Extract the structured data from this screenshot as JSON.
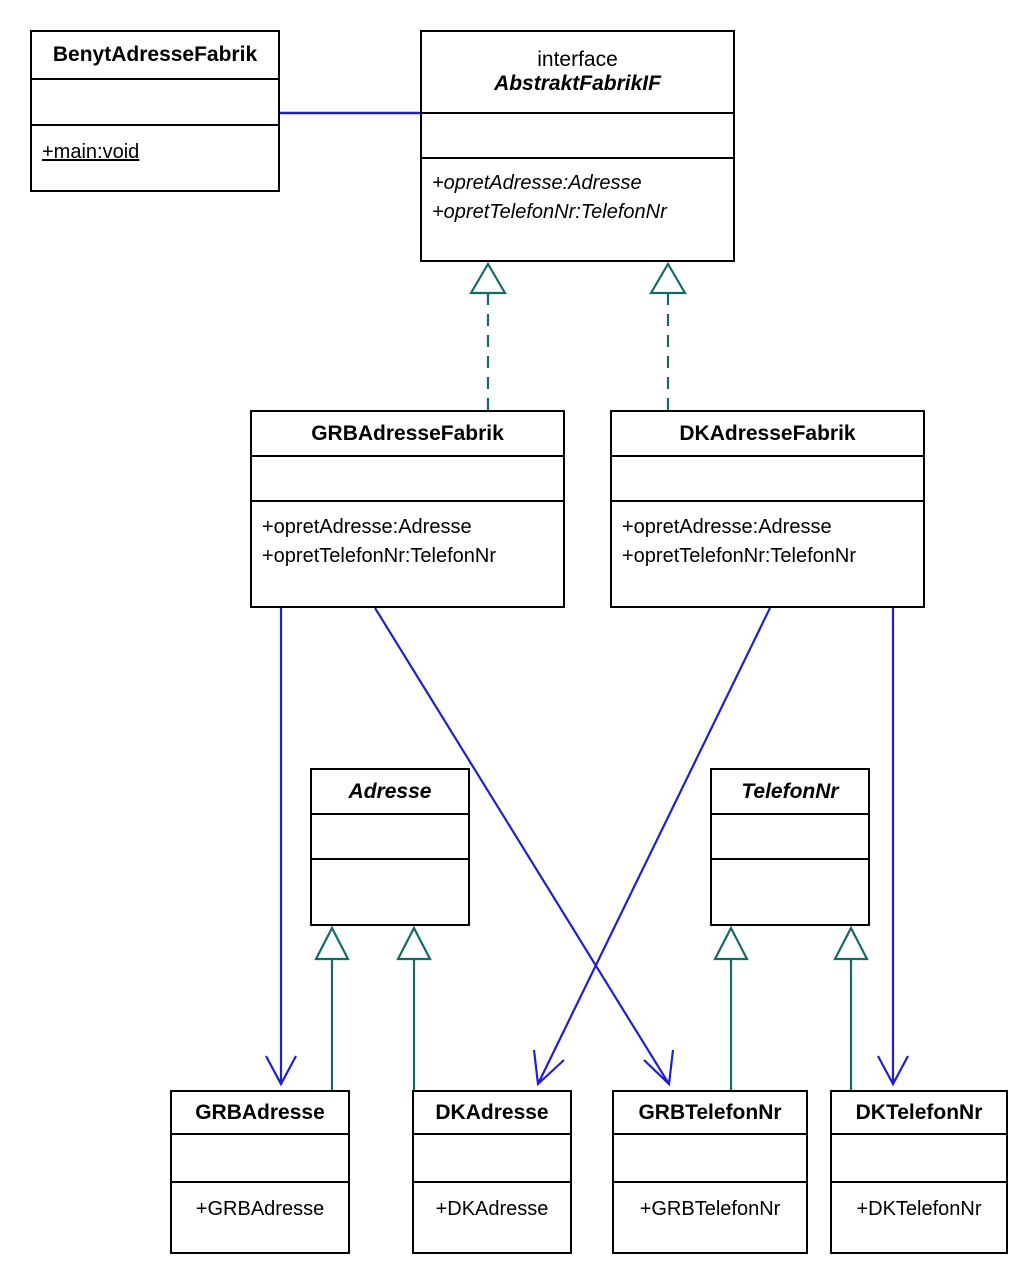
{
  "diagram": {
    "title": "Abstract Factory UML class diagram",
    "colors": {
      "box_border": "#000000",
      "text": "#000000",
      "association_blue": "#1f1fcc",
      "dependency_blue": "#1f1fcc",
      "generalization_teal": "#176a63",
      "realization_teal": "#176a63",
      "background": "#ffffff"
    }
  },
  "classes": {
    "benyt": {
      "name": "BenytAdresseFabrik",
      "stereotype": "",
      "attributes": [],
      "operations": [
        "+main:void"
      ]
    },
    "abstraktfabrikif": {
      "name": "AbstraktFabrikIF",
      "stereotype": "interface",
      "attributes": [],
      "operations": [
        "+opretAdresse:Adresse",
        "+opretTelefonNr:TelefonNr"
      ]
    },
    "grbadressefabrik": {
      "name": "GRBAdresseFabrik",
      "stereotype": "",
      "attributes": [],
      "operations": [
        "+opretAdresse:Adresse",
        "+opretTelefonNr:TelefonNr"
      ]
    },
    "dkadressefabrik": {
      "name": "DKAdresseFabrik",
      "stereotype": "",
      "attributes": [],
      "operations": [
        "+opretAdresse:Adresse",
        "+opretTelefonNr:TelefonNr"
      ]
    },
    "adresse": {
      "name": "Adresse",
      "stereotype": "",
      "attributes": [],
      "operations": []
    },
    "telefonnr": {
      "name": "TelefonNr",
      "stereotype": "",
      "attributes": [],
      "operations": []
    },
    "grbadresse": {
      "name": "GRBAdresse",
      "stereotype": "",
      "attributes": [],
      "operations": [
        "+GRBAdresse"
      ]
    },
    "dkadresse": {
      "name": "DKAdresse",
      "stereotype": "",
      "attributes": [],
      "operations": [
        "+DKAdresse"
      ]
    },
    "grbtelefonnr": {
      "name": "GRBTelefonNr",
      "stereotype": "",
      "attributes": [],
      "operations": [
        "+GRBTelefonNr"
      ]
    },
    "dktelefonnr": {
      "name": "DKTelefonNr",
      "stereotype": "",
      "attributes": [],
      "operations": [
        "+DKTelefonNr"
      ]
    }
  },
  "relationships": [
    {
      "kind": "association",
      "from": "BenytAdresseFabrik",
      "to": "AbstraktFabrikIF"
    },
    {
      "kind": "realization",
      "from": "GRBAdresseFabrik",
      "to": "AbstraktFabrikIF"
    },
    {
      "kind": "realization",
      "from": "DKAdresseFabrik",
      "to": "AbstraktFabrikIF"
    },
    {
      "kind": "dependency",
      "from": "GRBAdresseFabrik",
      "to": "GRBAdresse"
    },
    {
      "kind": "dependency",
      "from": "GRBAdresseFabrik",
      "to": "GRBTelefonNr"
    },
    {
      "kind": "dependency",
      "from": "DKAdresseFabrik",
      "to": "DKAdresse"
    },
    {
      "kind": "dependency",
      "from": "DKAdresseFabrik",
      "to": "DKTelefonNr"
    },
    {
      "kind": "generalization",
      "from": "GRBAdresse",
      "to": "Adresse"
    },
    {
      "kind": "generalization",
      "from": "DKAdresse",
      "to": "Adresse"
    },
    {
      "kind": "generalization",
      "from": "GRBTelefonNr",
      "to": "TelefonNr"
    },
    {
      "kind": "generalization",
      "from": "DKTelefonNr",
      "to": "TelefonNr"
    }
  ]
}
